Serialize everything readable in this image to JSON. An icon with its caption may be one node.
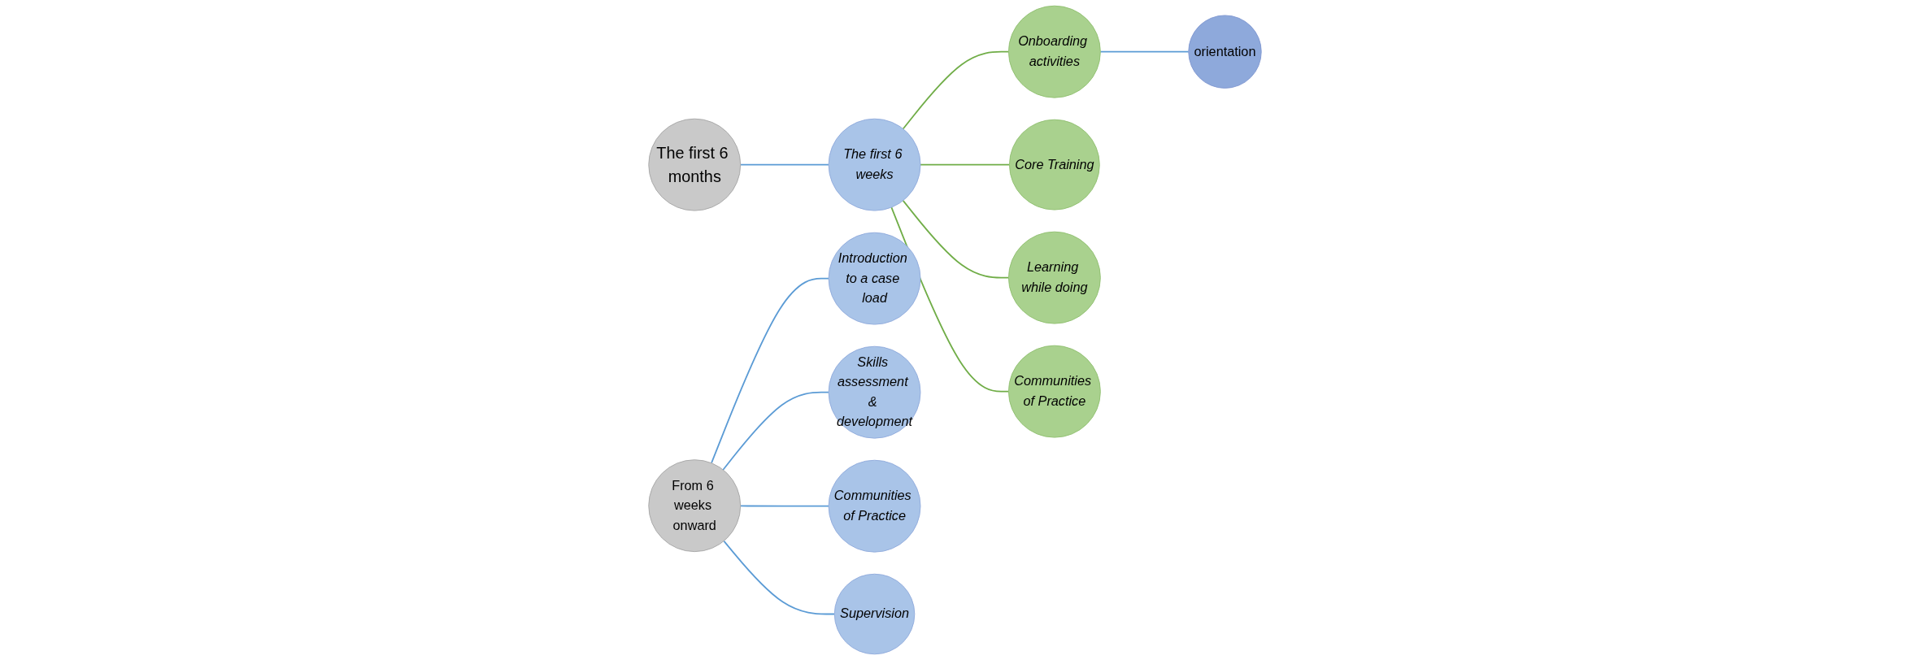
{
  "diagram": {
    "nodes": [
      {
        "text": [
          "The first 6 months"
        ]
      },
      {
        "text": [
          "The first 6 weeks"
        ]
      },
      {
        "text": [
          "Onboarding activities"
        ]
      },
      {
        "text": [
          "orientation"
        ]
      },
      {
        "text": [
          "Core Training"
        ]
      },
      {
        "text": [
          "Learning while doing"
        ]
      },
      {
        "text": [
          "Communities of Practice"
        ]
      },
      {
        "text": [
          "From 6 weeks onward"
        ]
      },
      {
        "text": [
          "Introduction to a case load"
        ]
      },
      {
        "text": [
          "Skills assessment & development"
        ]
      },
      {
        "text": [
          "Communities of Practice"
        ]
      },
      {
        "text": [
          "Supervision"
        ]
      }
    ],
    "edges": [
      {
        "from": 0,
        "to": 1,
        "arrow": "none"
      },
      {
        "from": 1,
        "to": 2,
        "arrow": "none",
        "color": "#70ad47"
      },
      {
        "from": 2,
        "to": 3,
        "arrow": "none"
      },
      {
        "from": 1,
        "to": 4,
        "arrow": "none",
        "color": "#70ad47"
      },
      {
        "from": 1,
        "to": 5,
        "arrow": "none",
        "color": "#70ad47"
      },
      {
        "from": 1,
        "to": 6,
        "arrow": "none",
        "color": "#70ad47"
      },
      {
        "from": 7,
        "to": 8,
        "arrow": "none"
      },
      {
        "from": 7,
        "to": 9,
        "arrow": "none"
      },
      {
        "from": 7,
        "to": 10,
        "arrow": "none"
      },
      {
        "from": 7,
        "to": 11,
        "arrow": "none"
      }
    ]
  }
}
